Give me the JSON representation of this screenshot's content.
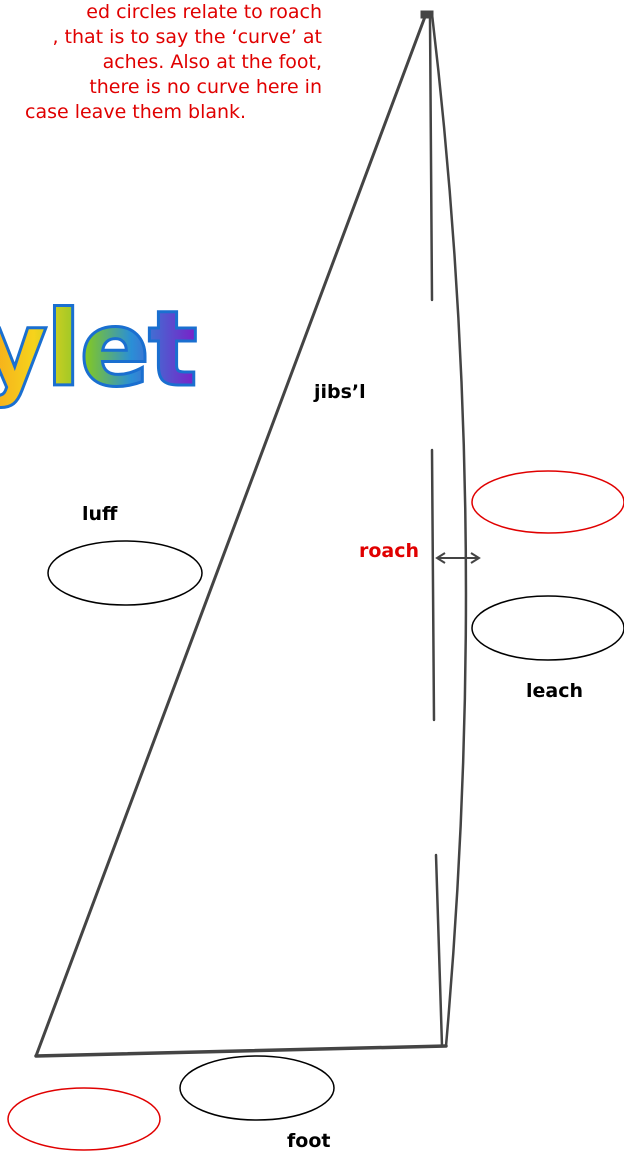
{
  "instructions": {
    "lines": [
      "ed circles relate to roach",
      ", that is to say the ‘curve’ at",
      "aches. Also at the foot,",
      "there is no curve here in",
      "case leave them blank."
    ]
  },
  "logo": {
    "text": "ylet"
  },
  "labels": {
    "sail_name": "jibs’l",
    "luff": "luff",
    "roach": "roach",
    "leach": "leach",
    "foot": "foot"
  },
  "colors": {
    "instruction_text": "#e00000",
    "roach_label": "#e00000",
    "red_circle": "#e00000",
    "black_circle": "#000000",
    "sail_outline": "#444444"
  }
}
